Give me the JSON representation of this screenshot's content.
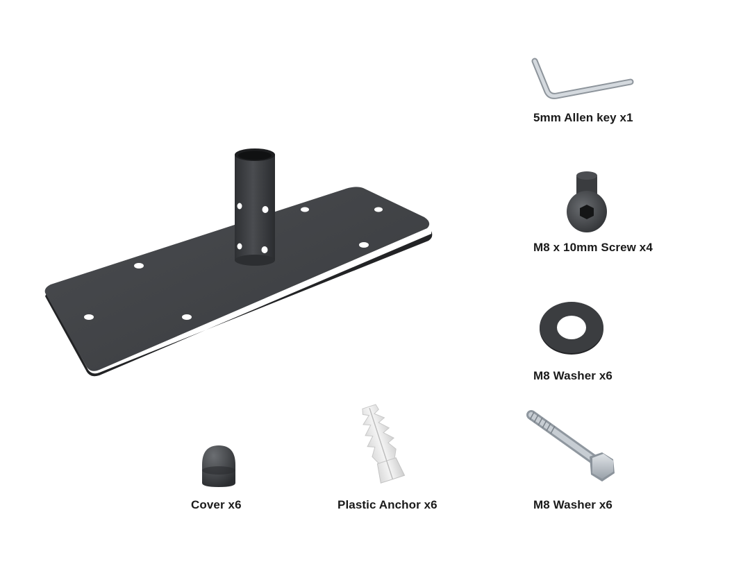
{
  "parts": {
    "allen_key": {
      "label": "5mm Allen key x1",
      "icon": "allen-key-icon"
    },
    "screw": {
      "label": "M8 x 10mm Screw x4",
      "icon": "button-head-screw-icon"
    },
    "washer": {
      "label": "M8 Washer x6",
      "icon": "washer-icon"
    },
    "bolt": {
      "label": "M8 Washer x6",
      "icon": "hex-bolt-icon"
    },
    "anchor": {
      "label": "Plastic Anchor x6",
      "icon": "plastic-anchor-icon"
    },
    "cover": {
      "label": "Cover x6",
      "icon": "cover-cap-icon"
    },
    "base_plate": {
      "icon": "base-plate-icon"
    }
  },
  "colors": {
    "dark_metal": "#3b3d40",
    "silver": "#c9ced3",
    "anchor_white": "#ececec",
    "label_text": "#1a1a1a"
  }
}
